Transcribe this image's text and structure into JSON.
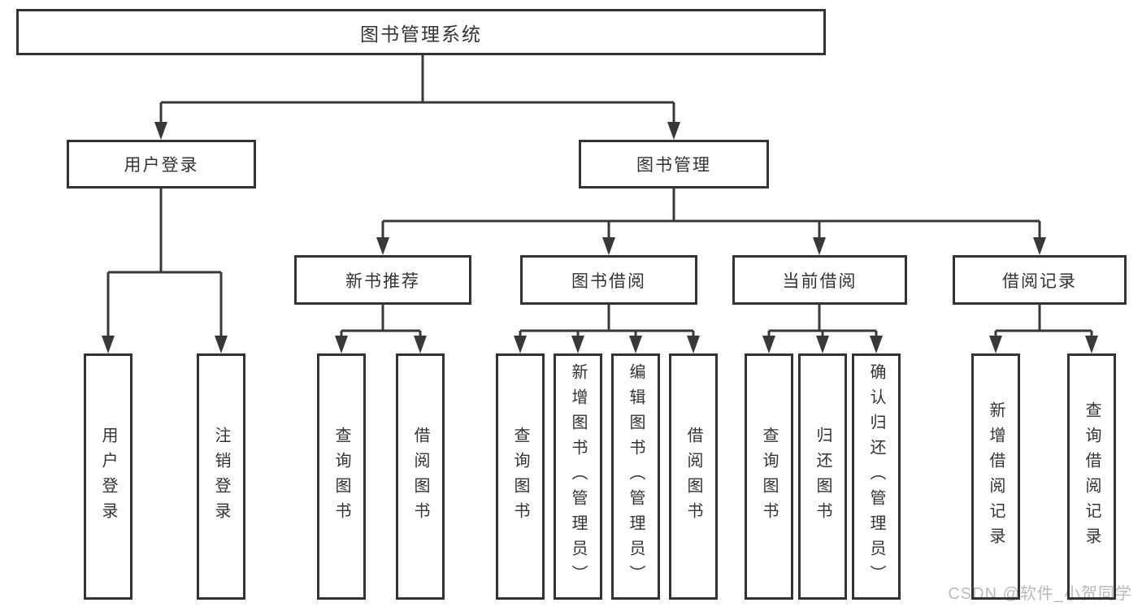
{
  "diagram": {
    "root": {
      "label": "图书管理系统"
    },
    "branches": [
      {
        "label": "用户登录",
        "children": [
          {
            "label": "用户登录"
          },
          {
            "label": "注销登录"
          }
        ]
      },
      {
        "label": "图书管理",
        "children": [
          {
            "label": "新书推荐",
            "children": [
              {
                "label": "查询图书"
              },
              {
                "label": "借阅图书"
              }
            ]
          },
          {
            "label": "图书借阅",
            "children": [
              {
                "label": "查询图书"
              },
              {
                "label": "新增图书（管理员）"
              },
              {
                "label": "编辑图书（管理员）"
              },
              {
                "label": "借阅图书"
              }
            ]
          },
          {
            "label": "当前借阅",
            "children": [
              {
                "label": "查询图书"
              },
              {
                "label": "归还图书"
              },
              {
                "label": "确认归还（管理员）"
              }
            ]
          },
          {
            "label": "借阅记录",
            "children": [
              {
                "label": "新增借阅记录"
              },
              {
                "label": "查询借阅记录"
              }
            ]
          }
        ]
      }
    ]
  },
  "watermark": "CSDN @软件_小贺同学",
  "colors": {
    "line": "#383838",
    "box_border": "#333333",
    "text": "#333333",
    "watermark": "#b9b9b9",
    "background": "#ffffff"
  }
}
